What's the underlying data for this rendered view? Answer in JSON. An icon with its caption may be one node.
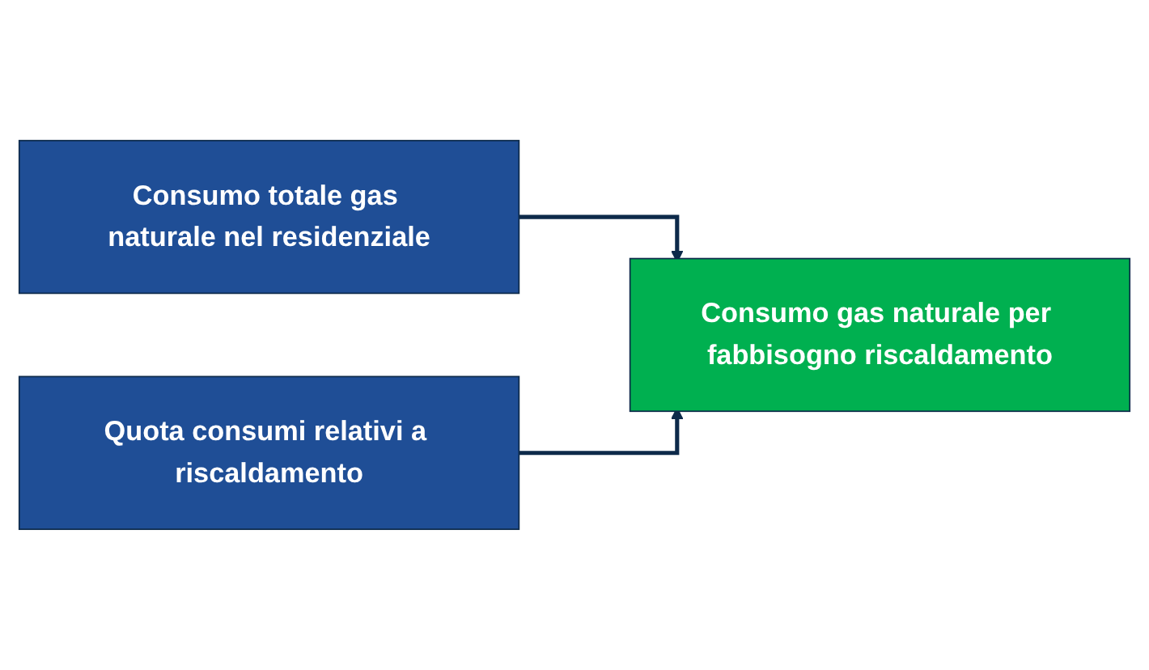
{
  "diagram": {
    "nodes": [
      {
        "text": [
          "Consumo totale gas naturale nel residenziale"
        ]
      },
      {
        "text": [
          "Quota consumi relativi a riscaldamento"
        ]
      },
      {
        "text": [
          "Consumo gas naturale per fabbisogno riscaldamento"
        ]
      }
    ],
    "edges": [
      {
        "from": 0,
        "to": 2,
        "arrow": "to"
      },
      {
        "from": 1,
        "to": 2,
        "arrow": "to"
      }
    ]
  }
}
